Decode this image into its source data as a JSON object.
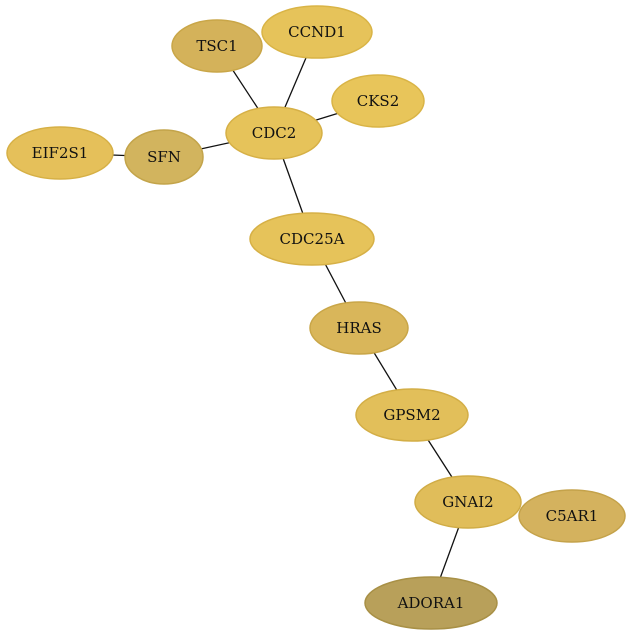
{
  "nodes": [
    {
      "id": "TSC1",
      "label": "TSC1",
      "fill": "#d4b25a",
      "stroke": "#c9a648"
    },
    {
      "id": "CCND1",
      "label": "CCND1",
      "fill": "#e6c35a",
      "stroke": "#d9b446"
    },
    {
      "id": "CKS2",
      "label": "CKS2",
      "fill": "#e8c55a",
      "stroke": "#d9b446"
    },
    {
      "id": "EIF2S1",
      "label": "EIF2S1",
      "fill": "#e5c05a",
      "stroke": "#d6b046"
    },
    {
      "id": "SFN",
      "label": "SFN",
      "fill": "#d2b45e",
      "stroke": "#c3a44a"
    },
    {
      "id": "CDC2",
      "label": "CDC2",
      "fill": "#e6c35a",
      "stroke": "#d6b046"
    },
    {
      "id": "CDC25A",
      "label": "CDC25A",
      "fill": "#e6c35a",
      "stroke": "#d6b046"
    },
    {
      "id": "HRAS",
      "label": "HRAS",
      "fill": "#d9b65a",
      "stroke": "#c9a648"
    },
    {
      "id": "GPSM2",
      "label": "GPSM2",
      "fill": "#e2bf5a",
      "stroke": "#d3ae46"
    },
    {
      "id": "GNAI2",
      "label": "GNAI2",
      "fill": "#e0bd5a",
      "stroke": "#d0ac46"
    },
    {
      "id": "C5AR1",
      "label": "C5AR1",
      "fill": "#d4b25e",
      "stroke": "#c4a24a"
    },
    {
      "id": "ADORA1",
      "label": "ADORA1",
      "fill": "#b8a05a",
      "stroke": "#a89046"
    }
  ],
  "edges": [
    {
      "source": "TSC1",
      "target": "CDC2"
    },
    {
      "source": "CCND1",
      "target": "CDC2"
    },
    {
      "source": "CKS2",
      "target": "CDC2"
    },
    {
      "source": "EIF2S1",
      "target": "SFN"
    },
    {
      "source": "SFN",
      "target": "CDC2"
    },
    {
      "source": "CDC2",
      "target": "CDC25A"
    },
    {
      "source": "CDC25A",
      "target": "HRAS"
    },
    {
      "source": "HRAS",
      "target": "GPSM2"
    },
    {
      "source": "GPSM2",
      "target": "GNAI2"
    },
    {
      "source": "GNAI2",
      "target": "ADORA1"
    }
  ]
}
